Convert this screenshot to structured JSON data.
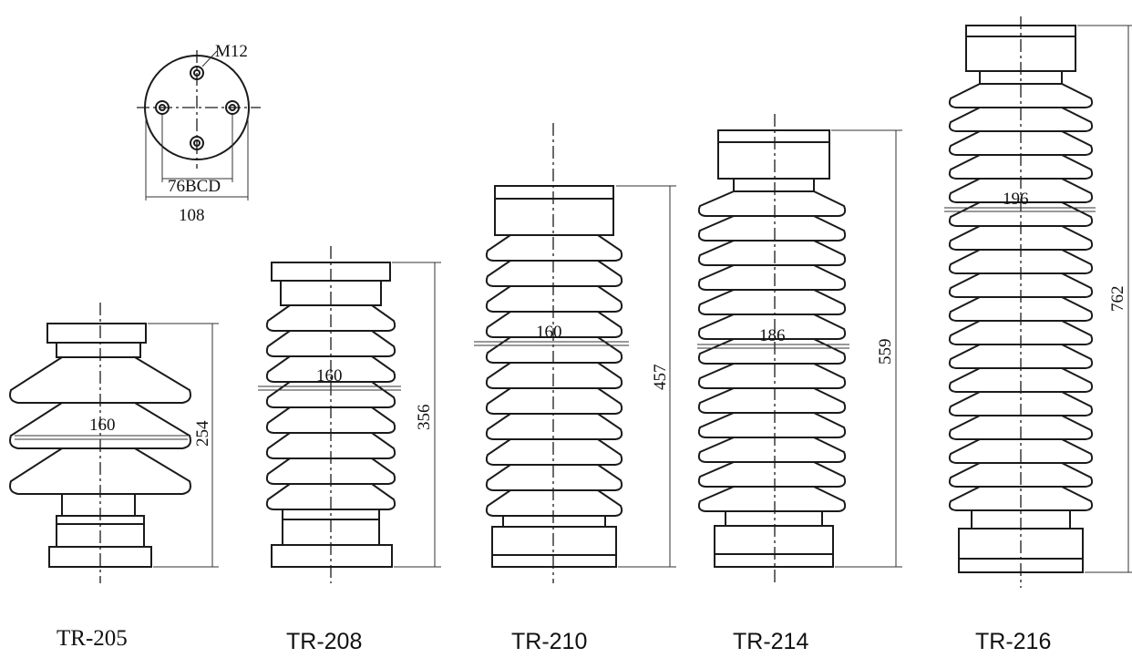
{
  "flange_detail": {
    "thread_label": "M12",
    "bolt_circle_label": "76BCD",
    "diameter_label": "108"
  },
  "insulators": [
    {
      "model": "TR-205",
      "diameter_label": "160",
      "height_label": "254"
    },
    {
      "model": "TR-208",
      "diameter_label": "160",
      "height_label": "356"
    },
    {
      "model": "TR-210",
      "diameter_label": "160",
      "height_label": "457"
    },
    {
      "model": "TR-214",
      "diameter_label": "186",
      "height_label": "559"
    },
    {
      "model": "TR-216",
      "diameter_label": "196",
      "height_label": "762"
    }
  ]
}
